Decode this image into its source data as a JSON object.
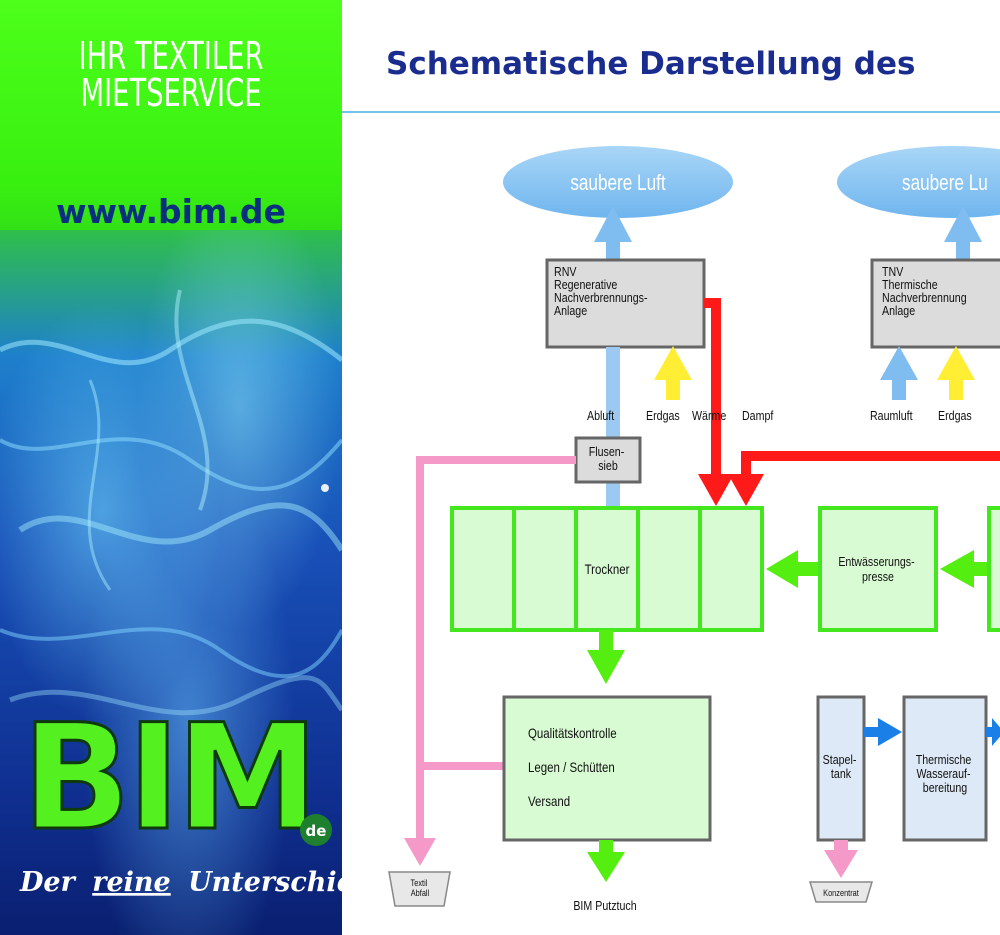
{
  "sidebar": {
    "slogan_line1": "IHR TEXTILER",
    "slogan_line2": "MIETSERVICE",
    "url": "www.bim.de",
    "logo_text": "BIM",
    "logo_badge": "de",
    "tagline_part1": "Der",
    "tagline_part2": "reine",
    "tagline_part3": "Unterschied!"
  },
  "headline": "Schematische Darstellung des",
  "diagram": {
    "cloud1": "saubere Luft",
    "cloud2": "saubere Lu",
    "rnv": [
      "RNV",
      "Regenerative",
      "Nachverbrennungs-",
      "Anlage"
    ],
    "tnv": [
      "TNV",
      "Thermische",
      "Nachverbrennung",
      "Anlage"
    ],
    "label_abluft": "Abluft",
    "label_erdgas1": "Erdgas",
    "label_waerme": "Wärme",
    "label_dampf": "Dampf",
    "label_raumluft": "Raumluft",
    "label_erdgas2": "Erdgas",
    "flusensieb": [
      "Flusen-",
      "sieb"
    ],
    "trockner": "Trockner",
    "presse": [
      "Entwässerungs-",
      "presse"
    ],
    "qualitaet": [
      "Qualitätskontrolle",
      "Legen / Schütten",
      "Versand"
    ],
    "stapeltank": [
      "Stapel-",
      "tank"
    ],
    "wasser": [
      "Thermische",
      "Wasserauf-",
      "bereitung"
    ],
    "textil_abfall": [
      "Textil",
      "Abfall"
    ],
    "konzentrat": "Konzentrat",
    "putztuch": "BIM Putztuch"
  },
  "colors": {
    "green_box_fill": "#d9fbd3",
    "green_box_stroke": "#44e61e",
    "gray_box_fill": "#dcdcdc",
    "blue_box_fill": "#dde9f6",
    "red_arrow": "#ff1a1a",
    "yellow_arrow": "#ffee33",
    "lightblue_arrow": "#7fbcf0",
    "green_arrow": "#55ee11",
    "pink_arrow": "#f59ac8",
    "blue_arrow": "#1a7fe6",
    "headline": "#1a2d8f"
  }
}
